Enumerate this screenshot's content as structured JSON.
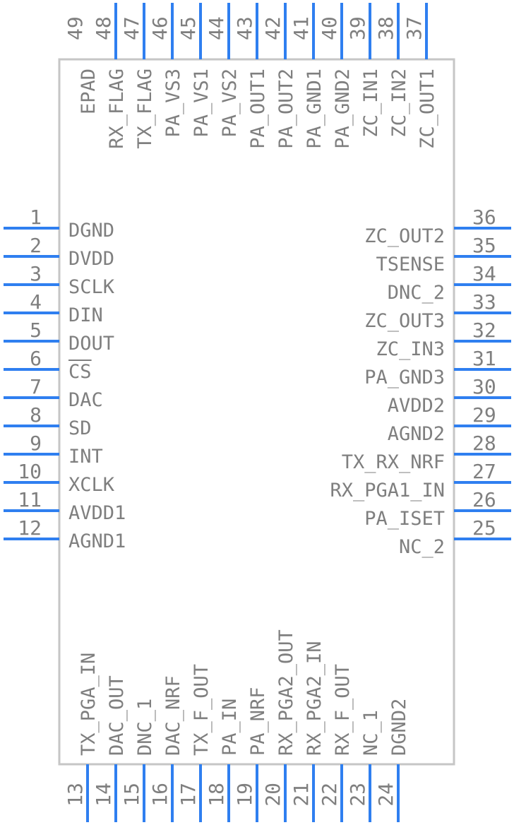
{
  "colors": {
    "pin": "#2f7ff0",
    "body": "#c6c6c6",
    "text": "#7f7f7f"
  },
  "diagram": {
    "left_pins": [
      {
        "num": "1",
        "label": "DGND"
      },
      {
        "num": "2",
        "label": "DVDD"
      },
      {
        "num": "3",
        "label": "SCLK"
      },
      {
        "num": "4",
        "label": "DIN"
      },
      {
        "num": "5",
        "label": "DOUT"
      },
      {
        "num": "6",
        "label": "CS",
        "overline": true
      },
      {
        "num": "7",
        "label": "DAC"
      },
      {
        "num": "8",
        "label": "SD"
      },
      {
        "num": "9",
        "label": "INT"
      },
      {
        "num": "10",
        "label": "XCLK"
      },
      {
        "num": "11",
        "label": "AVDD1"
      },
      {
        "num": "12",
        "label": "AGND1"
      }
    ],
    "right_pins": [
      {
        "num": "36",
        "label": "ZC_OUT2"
      },
      {
        "num": "35",
        "label": "TSENSE"
      },
      {
        "num": "34",
        "label": "DNC_2"
      },
      {
        "num": "33",
        "label": "ZC_OUT3"
      },
      {
        "num": "32",
        "label": "ZC_IN3"
      },
      {
        "num": "31",
        "label": "PA_GND3"
      },
      {
        "num": "30",
        "label": "AVDD2"
      },
      {
        "num": "29",
        "label": "AGND2"
      },
      {
        "num": "28",
        "label": "TX_RX_NRF"
      },
      {
        "num": "27",
        "label": "RX_PGA1_IN"
      },
      {
        "num": "26",
        "label": "PA_ISET"
      },
      {
        "num": "25",
        "label": "NC_2"
      }
    ],
    "bottom_pins": [
      {
        "num": "13",
        "label": "TX_PGA_IN"
      },
      {
        "num": "14",
        "label": "DAC_OUT"
      },
      {
        "num": "15",
        "label": "DNC_1"
      },
      {
        "num": "16",
        "label": "DAC_NRF"
      },
      {
        "num": "17",
        "label": "TX_F_OUT"
      },
      {
        "num": "18",
        "label": "PA_IN"
      },
      {
        "num": "19",
        "label": "PA_NRF"
      },
      {
        "num": "20",
        "label": "RX_PGA2_OUT"
      },
      {
        "num": "21",
        "label": "RX_PGA2_IN"
      },
      {
        "num": "22",
        "label": "RX_F_OUT"
      },
      {
        "num": "23",
        "label": "NC_1"
      },
      {
        "num": "24",
        "label": "DGND2"
      }
    ],
    "top_pins": [
      {
        "num": "49",
        "label": "EPAD"
      },
      {
        "num": "48",
        "label": "RX_FLAG"
      },
      {
        "num": "47",
        "label": "TX_FLAG"
      },
      {
        "num": "46",
        "label": "PA_VS3"
      },
      {
        "num": "45",
        "label": "PA_VS1"
      },
      {
        "num": "44",
        "label": "PA_VS2"
      },
      {
        "num": "43",
        "label": "PA_OUT1"
      },
      {
        "num": "42",
        "label": "PA_OUT2"
      },
      {
        "num": "41",
        "label": "PA_GND1"
      },
      {
        "num": "40",
        "label": "PA_GND2"
      },
      {
        "num": "39",
        "label": "ZC_IN1"
      },
      {
        "num": "38",
        "label": "ZC_IN2"
      },
      {
        "num": "37",
        "label": "ZC_OUT1"
      }
    ]
  }
}
